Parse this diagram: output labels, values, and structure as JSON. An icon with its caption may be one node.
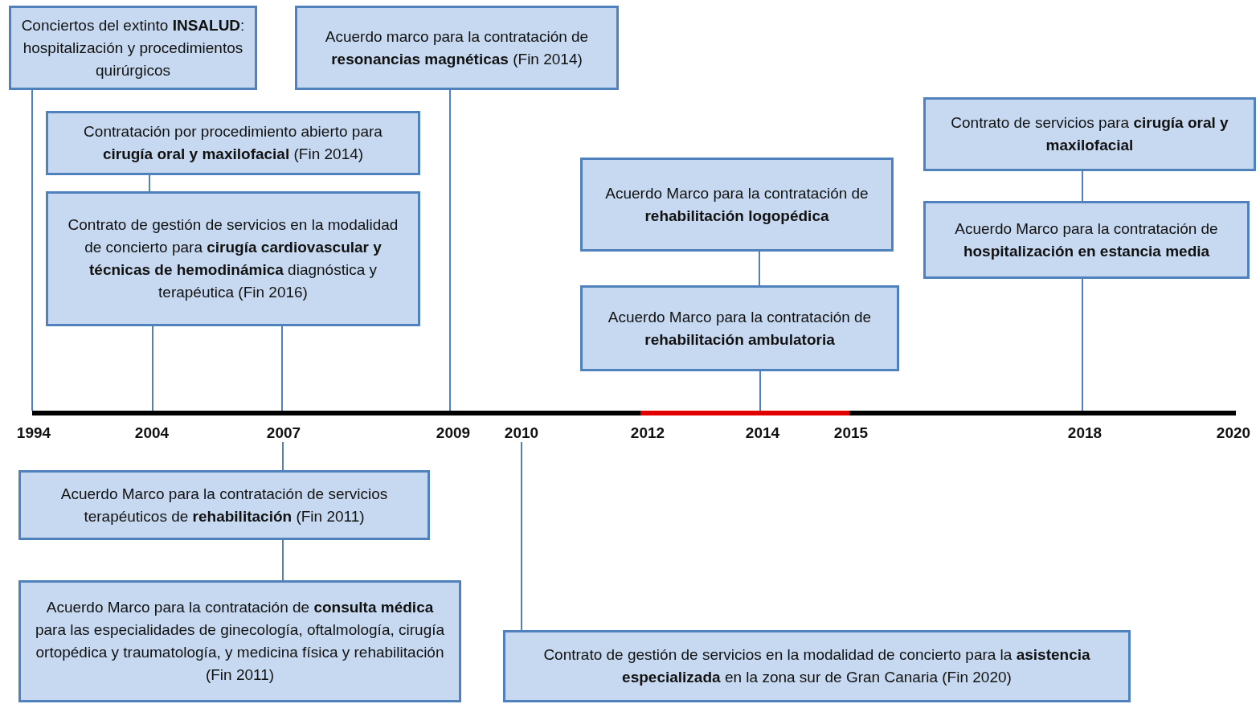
{
  "diagram": {
    "nodes": [
      {
        "text": [
          "Conciertos del extinto **INSALUD**: hospitalización y procedimientos quirúrgicos"
        ]
      },
      {
        "text": [
          "Acuerdo marco para la contratación de **resonancias magnéticas** (Fin 2014)"
        ]
      },
      {
        "text": [
          "Contratación por procedimiento abierto para **cirugía oral y maxilofacial** (Fin 2014)"
        ]
      },
      {
        "text": [
          "Contrato de gestión de servicios en la modalidad de concierto para **cirugía cardiovascular y técnicas de hemodinámica** diagnóstica y terapéutica (Fin 2016)"
        ]
      },
      {
        "text": [
          "Acuerdo Marco para la contratación de **rehabilitación logopédica**"
        ]
      },
      {
        "text": [
          "Acuerdo Marco para la contratación de **rehabilitación ambulatoria**"
        ]
      },
      {
        "text": [
          "Contrato de servicios para **cirugía oral y maxilofacial**"
        ]
      },
      {
        "text": [
          "Acuerdo Marco para la contratación de **hospitalización en estancia media**"
        ]
      },
      {
        "text": [],
        "shape": "bar"
      },
      {
        "text": [
          "1994"
        ]
      },
      {
        "text": [
          "2004"
        ]
      },
      {
        "text": [
          "2007"
        ]
      },
      {
        "text": [
          "2009"
        ]
      },
      {
        "text": [
          "2010"
        ]
      },
      {
        "text": [
          "2012"
        ]
      },
      {
        "text": [
          "2014"
        ]
      },
      {
        "text": [
          "2015"
        ]
      },
      {
        "text": [
          "2018"
        ]
      },
      {
        "text": [
          "2020"
        ]
      },
      {
        "text": [
          "Acuerdo Marco para la contratación de servicios terapéuticos de **rehabilitación** (Fin 2011)"
        ]
      },
      {
        "text": [
          "Acuerdo Marco para la contratación de **consulta médica** para las especialidades de ginecología, oftalmología, cirugía ortopédica y traumatología, y medicina física y rehabilitación (Fin 2011)"
        ]
      },
      {
        "text": [
          "Contrato de gestión de servicios en la modalidad de concierto para la **asistencia especializada** en la zona sur de Gran Canaria (Fin 2020)"
        ]
      }
    ],
    "edges": [
      {
        "from": 0,
        "to": 8,
        "arrow": "none"
      },
      {
        "from": 1,
        "to": 8,
        "arrow": "none"
      },
      {
        "from": 2,
        "to": 3,
        "arrow": "none"
      },
      {
        "from": 3,
        "to": 8,
        "arrow": "none"
      },
      {
        "from": 3,
        "to": 8,
        "arrow": "none"
      },
      {
        "from": 4,
        "to": 5,
        "arrow": "none"
      },
      {
        "from": 5,
        "to": 8,
        "arrow": "none"
      },
      {
        "from": 6,
        "to": 7,
        "arrow": "none"
      },
      {
        "from": 7,
        "to": 8,
        "arrow": "none"
      },
      {
        "from": 11,
        "to": 19,
        "arrow": "none"
      },
      {
        "from": 19,
        "to": 20,
        "arrow": "none"
      },
      {
        "from": 13,
        "to": 21,
        "arrow": "none"
      }
    ]
  }
}
